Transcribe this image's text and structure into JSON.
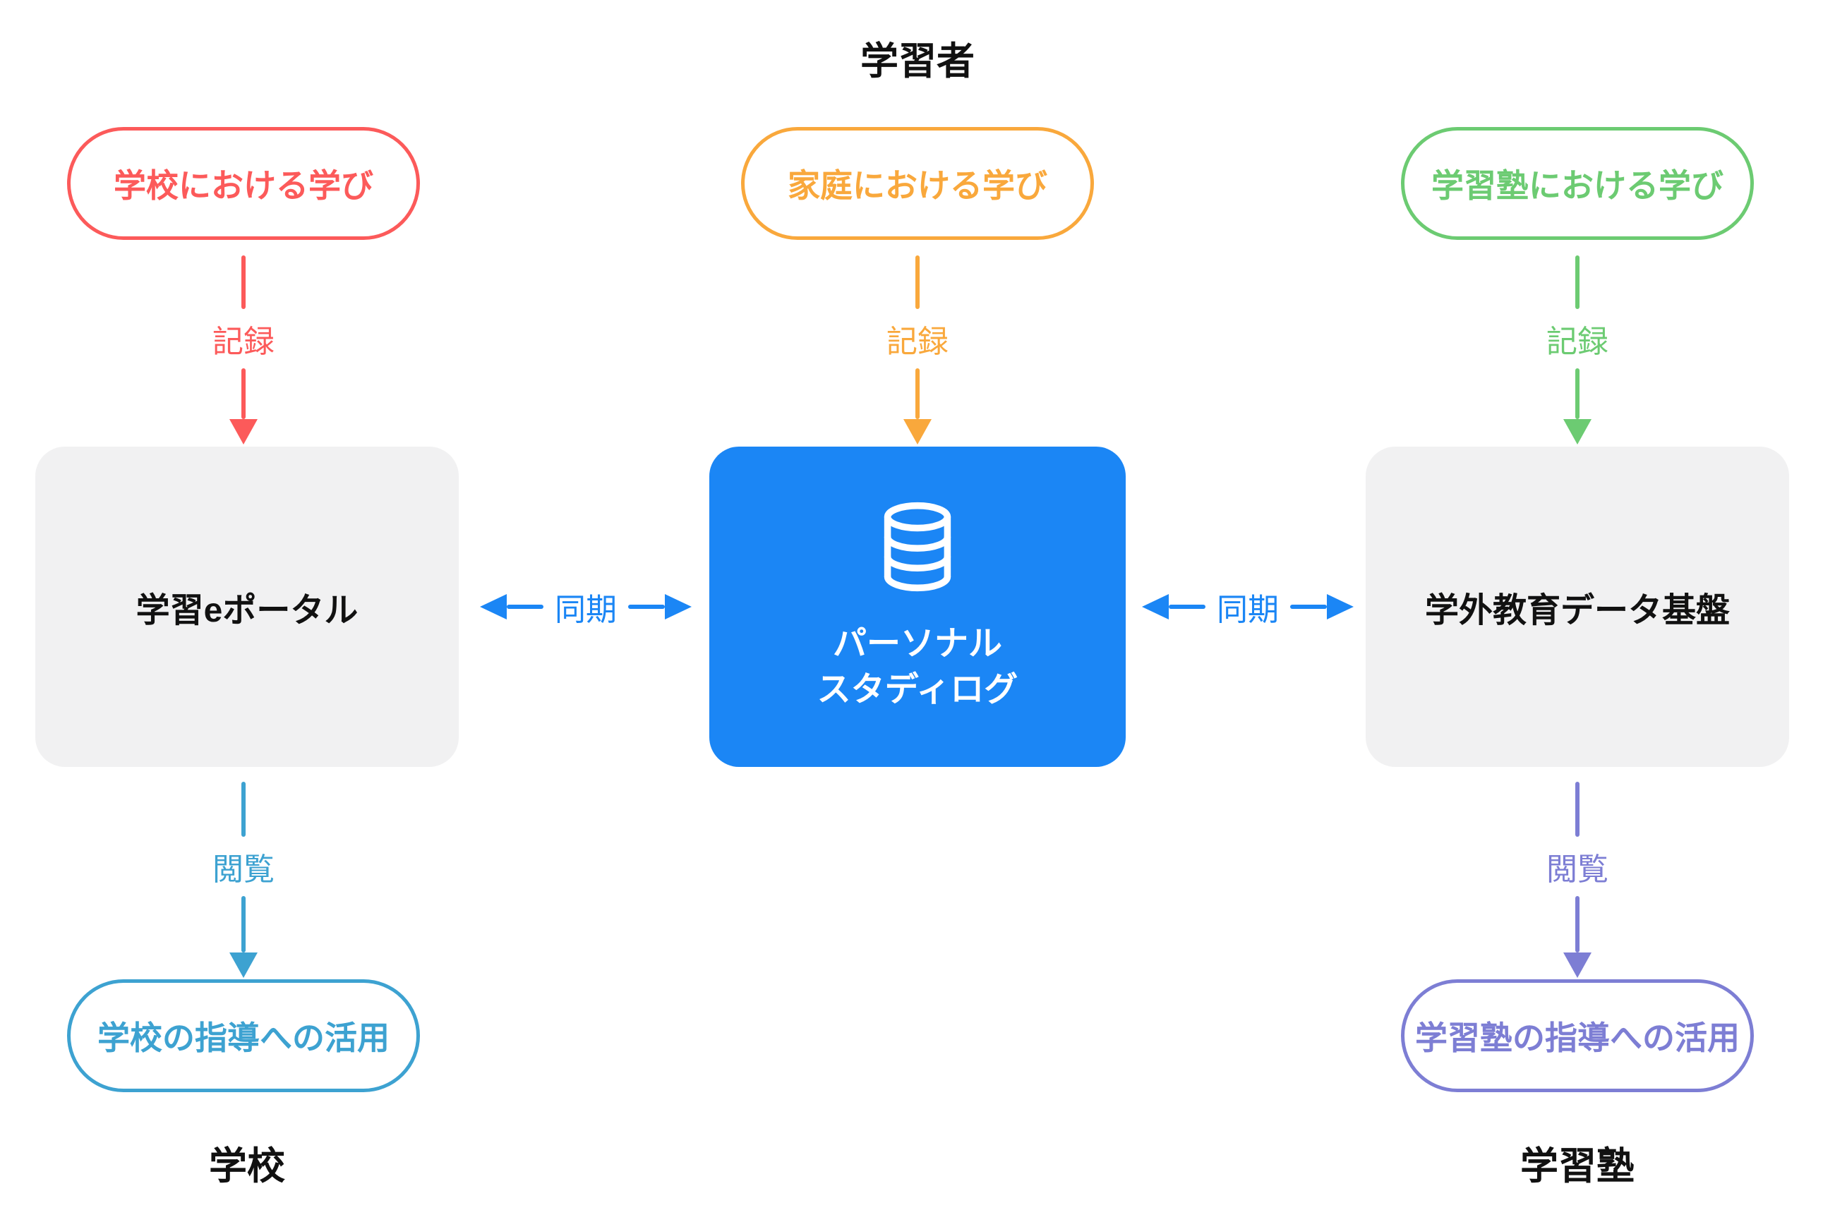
{
  "titles": {
    "learner": "学習者",
    "school": "学校",
    "cram_school": "学習塾"
  },
  "nodes": {
    "school_learning": "学校における学び",
    "home_learning": "家庭における学び",
    "cram_learning": "学習塾における学び",
    "eportal": "学習eポータル",
    "personal_study_log": {
      "line1": "パーソナル",
      "line2": "スタディログ",
      "icon": "database-icon"
    },
    "external_platform": "学外教育データ基盤",
    "school_use": "学校の指導への活用",
    "cram_use": "学習塾の指導への活用"
  },
  "edges": {
    "record": "記録",
    "sync": "同期",
    "view": "閲覧"
  },
  "colors": {
    "red": "#fc5a5a",
    "orange": "#f9a83c",
    "green": "#6ccb72",
    "blue": "#1b86f5",
    "teal": "#3da2d1",
    "purple": "#7d7ed4",
    "box_gray": "#f1f1f2",
    "text_black": "#111111",
    "background": "#ffffff"
  }
}
